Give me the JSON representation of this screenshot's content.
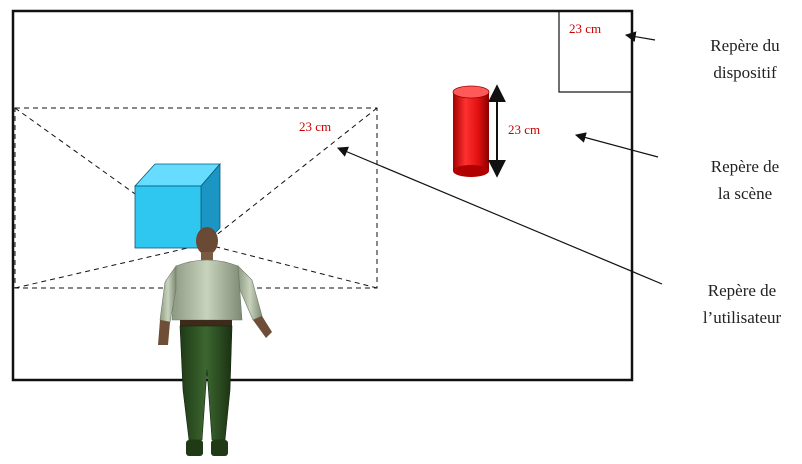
{
  "measurements": {
    "device": "23 cm",
    "user": "23 cm",
    "scene": "23 cm"
  },
  "labels": {
    "device": [
      "Repère du",
      "dispositif"
    ],
    "scene": [
      "Repère de",
      "la scène"
    ],
    "user": [
      "Repère de",
      "l’utilisateur"
    ]
  },
  "colors": {
    "measure_text": "#cc0000",
    "cube": "#2fc6f0",
    "cylinder": "#ee1111",
    "frame": "#111111"
  },
  "icons": {
    "cube": "cube-icon",
    "cylinder": "cylinder-icon",
    "person": "person-figure"
  }
}
